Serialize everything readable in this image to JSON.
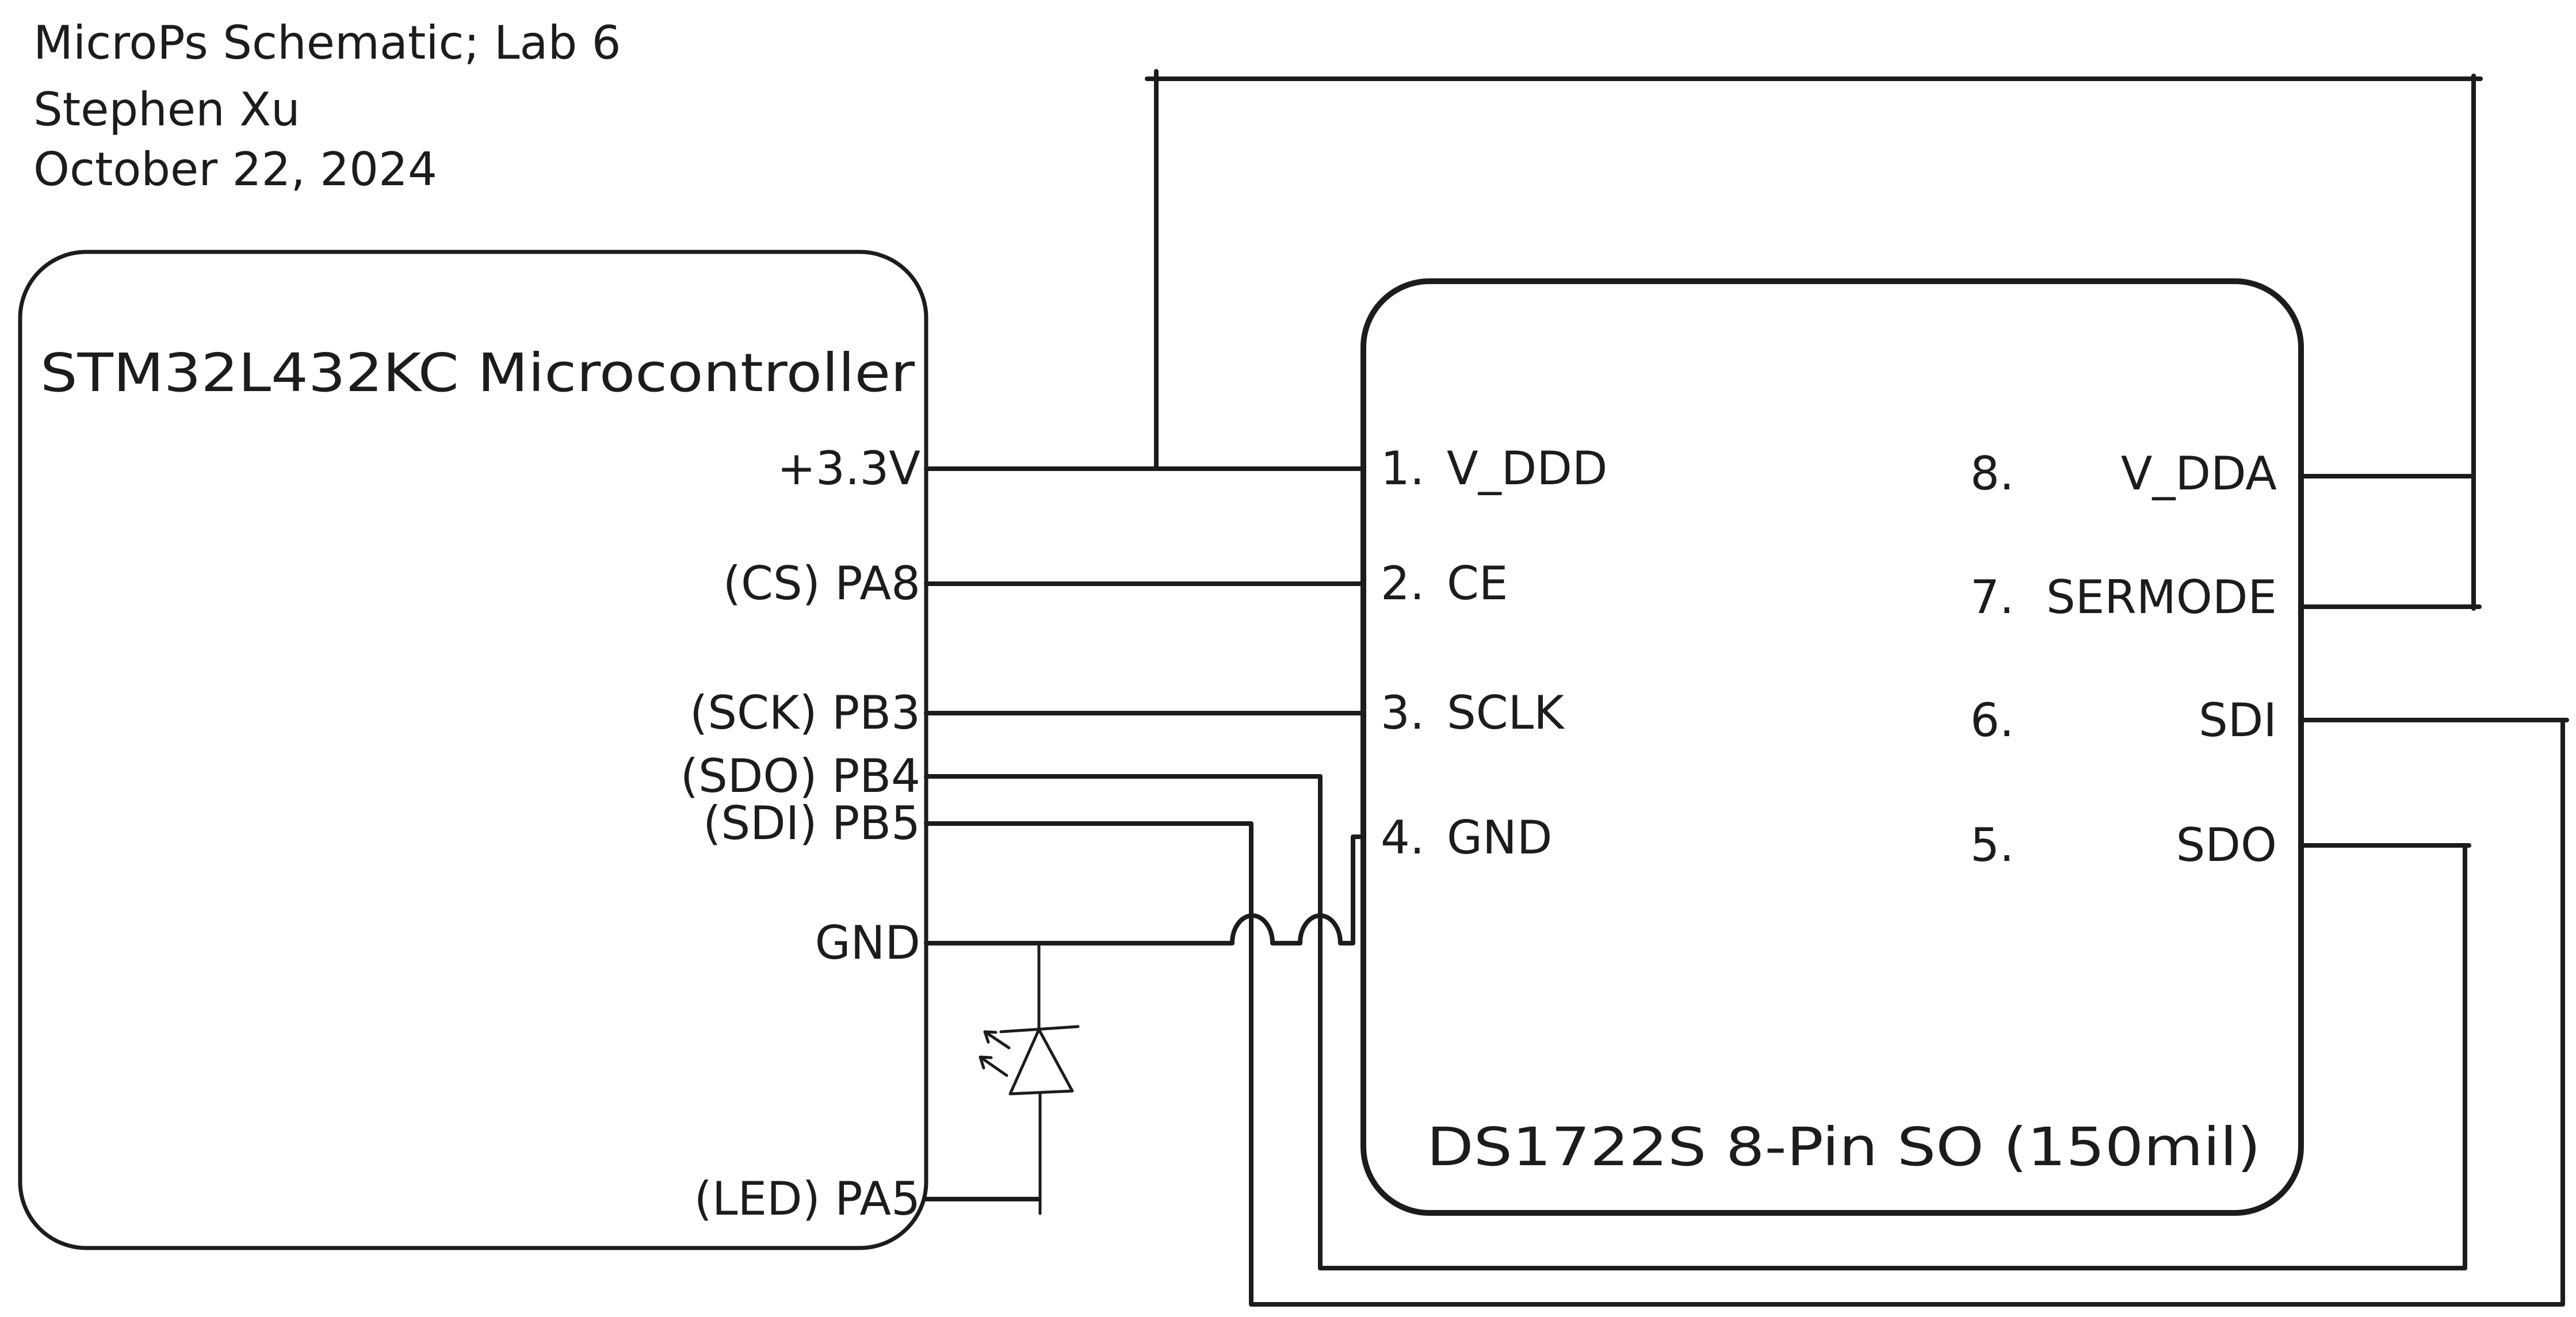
{
  "colors": {
    "ink": "#1c1c1c",
    "background": "#ffffff"
  },
  "header": {
    "title": "MicroPs Schematic; Lab 6",
    "author": "Stephen Xu",
    "date": "October 22, 2024"
  },
  "mcu": {
    "title": "STM32L432KC Microcontroller",
    "pins": [
      {
        "label": "+3.3V"
      },
      {
        "label": "(CS) PA8"
      },
      {
        "label": "(SCK) PB3"
      },
      {
        "label": "(SDO) PB4"
      },
      {
        "label": "(SDI) PB5"
      },
      {
        "label": "GND"
      },
      {
        "label": "(LED) PA5"
      }
    ]
  },
  "sensor": {
    "title": "DS1722S 8-Pin SO (150mil)",
    "left_pins": [
      {
        "num": "1.",
        "name": "V_DDD"
      },
      {
        "num": "2.",
        "name": "CE"
      },
      {
        "num": "3.",
        "name": "SCLK"
      },
      {
        "num": "4.",
        "name": "GND"
      }
    ],
    "right_pins": [
      {
        "num": "8.",
        "name": "V_DDA"
      },
      {
        "num": "7.",
        "name": "SERMODE"
      },
      {
        "num": "6.",
        "name": "SDI"
      },
      {
        "num": "5.",
        "name": "SDO"
      }
    ]
  },
  "components": {
    "led": "light-emitting diode"
  }
}
